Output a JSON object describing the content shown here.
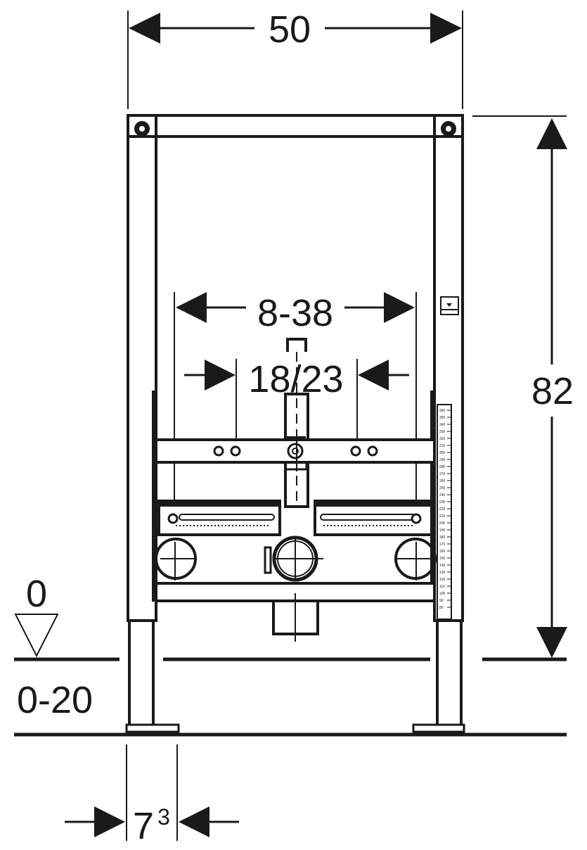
{
  "dimensions": {
    "width": "50",
    "height": "82",
    "connection_spacing": "8-38",
    "connection_center": "18/23",
    "floor_level": "0",
    "floor_range": "0-20",
    "foot_width_base": "7",
    "foot_width_sup": "3"
  },
  "height_scale": [
    "360",
    "350",
    "340",
    "330",
    "320",
    "310",
    "300",
    "290",
    "280",
    "270",
    "260",
    "250",
    "240",
    "230",
    "220",
    "210",
    "200",
    "190",
    "180",
    "170",
    "160",
    "150",
    "140",
    "130",
    "120",
    "110",
    "100",
    "90",
    "80"
  ],
  "colors": {
    "line": "#1a1a1a",
    "background": "#ffffff"
  }
}
